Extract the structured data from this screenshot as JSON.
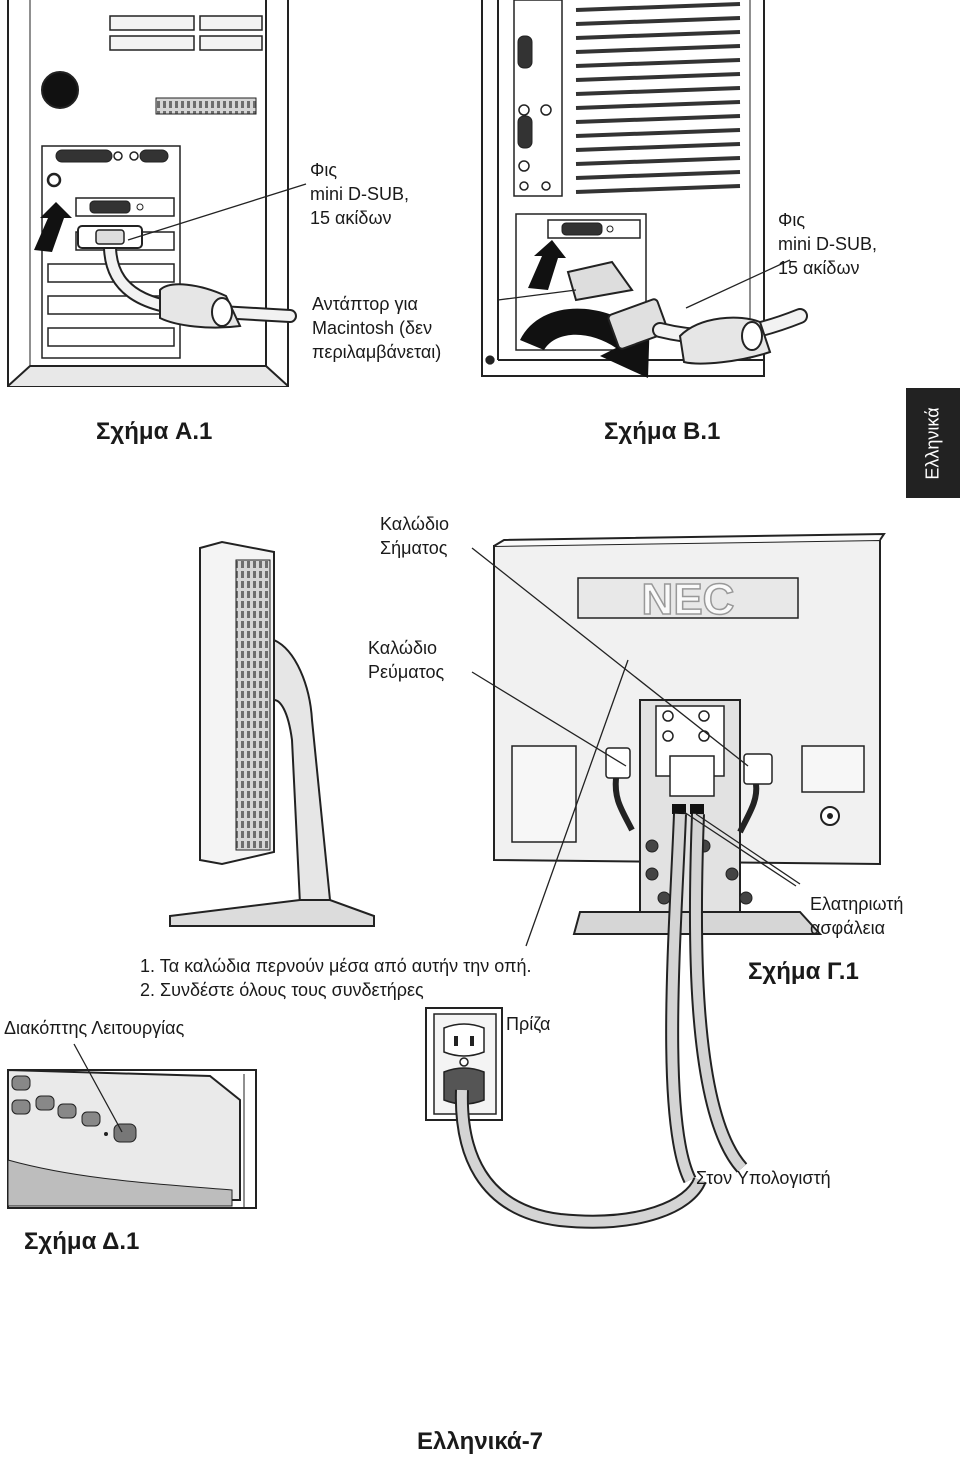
{
  "figA": {
    "plug_label": [
      "Φις",
      "mini D-SUB,",
      "15 ακίδων"
    ],
    "adapter_label": [
      "Αντάπτορ για",
      "Macintosh (δεν",
      "περιλαμβάνεται)"
    ],
    "caption": "Σχήμα A.1"
  },
  "figB": {
    "plug_label": [
      "Φις",
      "mini D-SUB,",
      "15 ακίδων"
    ],
    "caption": "Σχήμα B.1"
  },
  "language_tab": "Ελληνικά",
  "figC": {
    "signal_cable": [
      "Καλώδιο",
      "Σήματος"
    ],
    "power_cable": [
      "Καλώδιο",
      "Ρεύματος"
    ],
    "clip_label": [
      "Ελατηριωτή",
      "ασφάλεια"
    ],
    "caption": "Σχήμα Γ.1",
    "brand": "NEC",
    "instructions": [
      "1. Τα καλώδια περνούν μέσα από αυτήν την οπή.",
      "2. Συνδέστε όλους τους συνδετήρες"
    ],
    "outlet_label": "Πρίζα",
    "to_computer": "Στον Υπολογιστή"
  },
  "figD": {
    "power_switch": "Διακόπτης Λειτουργίας",
    "caption": "Σχήμα Δ.1"
  },
  "footer": "Ελληνικά-7"
}
